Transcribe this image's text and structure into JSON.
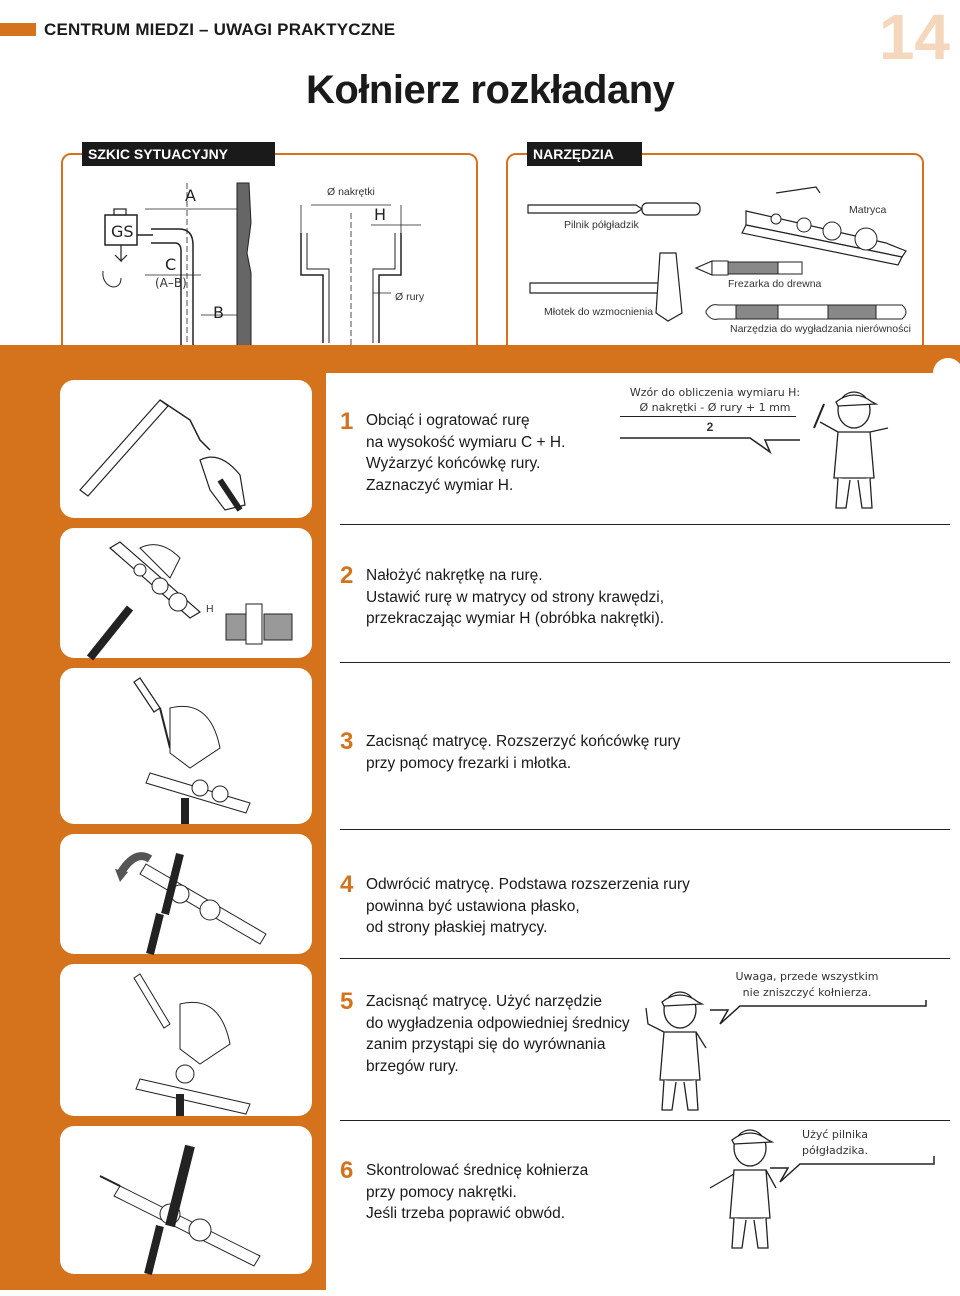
{
  "header": {
    "section_title": "CENTRUM MIEDZI – UWAGI PRAKTYCZNE",
    "page_number": "14",
    "title": "Kołnierz rozkładany"
  },
  "tabs": {
    "sketch": "SZKIC SYTUACYJNY",
    "tools": "NARZĘDZIA"
  },
  "sketch": {
    "label_gs": "GS",
    "label_a": "A",
    "label_c": "C",
    "label_ab": "(A–B)",
    "label_b": "B",
    "label_h": "H",
    "nut_diameter": "Ø nakrętki",
    "pipe_diameter": "Ø rury"
  },
  "tools": {
    "file": "Pilnik półgładzik",
    "die": "Matryca",
    "hammer": "Młotek do wzmocnienia",
    "milling": "Frezarka do drewna",
    "smoothing": "Narzędzia do wygładzania nierówności"
  },
  "formula": {
    "line1": "Wzór do obliczenia wymiaru H:",
    "line2": "Ø nakrętki - Ø rury + 1 mm",
    "line3": "2"
  },
  "steps": [
    {
      "number": "1",
      "lines": [
        "Obciąć i ogratować rurę",
        "na wysokość wymiaru C + H.",
        "Wyżarzyć końcówkę rury.",
        "Zaznaczyć wymiar H."
      ]
    },
    {
      "number": "2",
      "lines": [
        "Nałożyć nakrętkę na rurę.",
        "Ustawić rurę w matrycy od strony krawędzi,",
        "przekraczając wymiar H (obróbka nakrętki)."
      ]
    },
    {
      "number": "3",
      "lines": [
        "Zacisnąć matrycę. Rozszerzyć końcówkę rury",
        "przy pomocy frezarki i młotka."
      ]
    },
    {
      "number": "4",
      "lines": [
        "Odwrócić matrycę. Podstawa rozszerzenia rury",
        "powinna być ustawiona płasko,",
        "od strony płaskiej matrycy."
      ]
    },
    {
      "number": "5",
      "lines": [
        "Zacisnąć matrycę. Użyć narzędzie",
        "do wygładzenia odpowiedniej średnicy",
        "zanim przystąpi się do wyrównania",
        "brzegów rury."
      ]
    },
    {
      "number": "6",
      "lines": [
        "Skontrolować średnicę kołnierza",
        "przy pomocy nakrętki.",
        "Jeśli trzeba poprawić obwód."
      ]
    }
  ],
  "step2_label_h": "H",
  "notes": {
    "warning_line1": "Uwaga, przede wszystkim",
    "warning_line2": "nie zniszczyć kołnierza.",
    "file_line1": "Użyć pilnika",
    "file_line2": "półgładzika."
  },
  "colors": {
    "accent": "#d4731c",
    "page_number": "#f4d7bd",
    "dark": "#1a1a1a"
  }
}
